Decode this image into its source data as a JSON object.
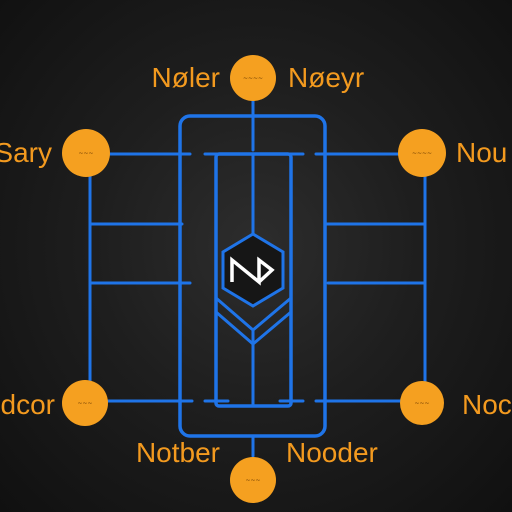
{
  "diagram": {
    "palette": {
      "background": "#1c1c1c",
      "wire": "#1f74e8",
      "node": "#f5a020",
      "label": "#f39a1f",
      "logo_stroke": "#ffffff"
    },
    "labels": {
      "top_left": "Nøler",
      "top_right": "Nøeyr",
      "mid_left": "Sary",
      "mid_right": "Nou",
      "low_left": "Ncdcor",
      "low_right": "Noc",
      "bottom_left": "Notber",
      "bottom_right": "Nooder"
    },
    "node_scribbles": {
      "top": "~~~~",
      "mid_left": "~~~",
      "mid_right": "~~~~",
      "low_left": "~~~",
      "low_right": "~~~",
      "bottom": "~~~"
    },
    "center_logo": {
      "icon": "hexagon-n-logo"
    }
  }
}
